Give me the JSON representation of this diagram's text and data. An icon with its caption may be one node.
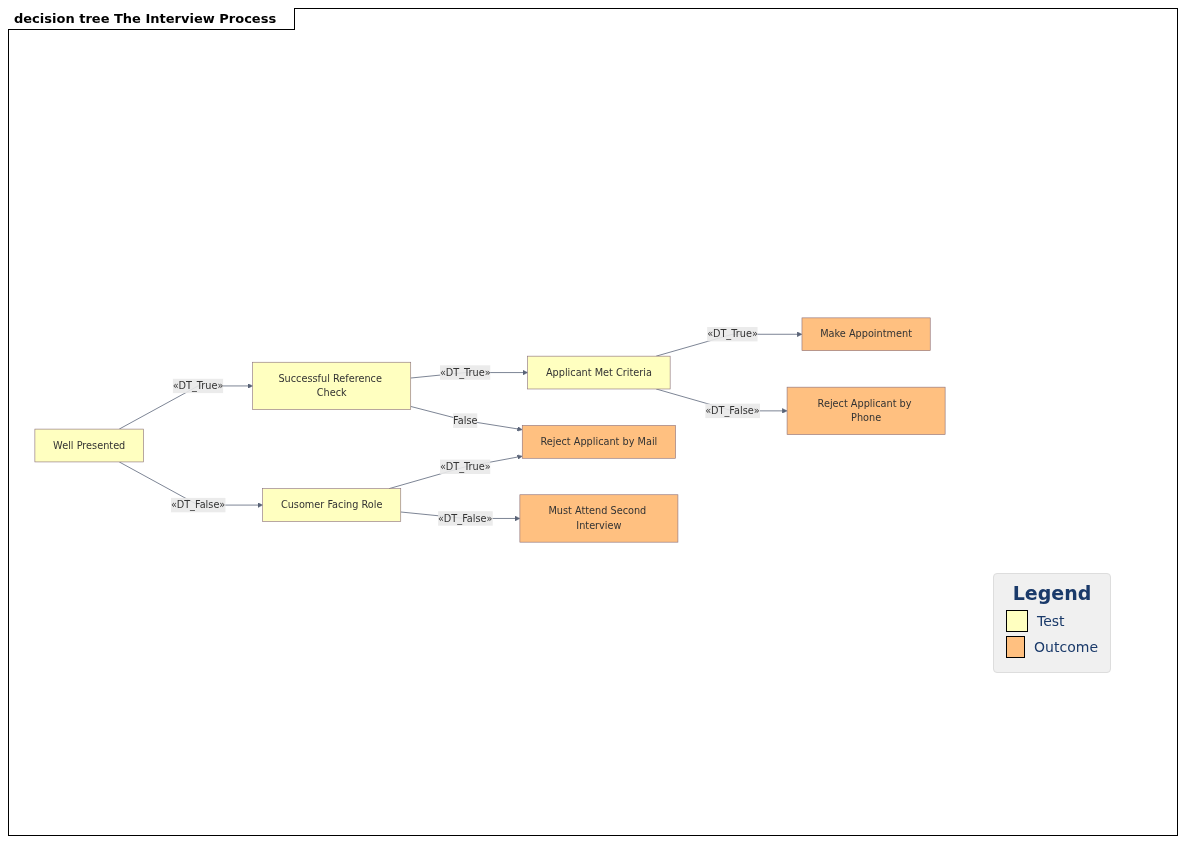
{
  "diagram": {
    "title": "decision tree The Interview Process",
    "nodes": [
      {
        "text": [
          "Well Presented"
        ]
      },
      {
        "text": [
          "Successful Reference Check"
        ]
      },
      {
        "text": [
          "Cusomer Facing Role"
        ]
      },
      {
        "text": [
          "Applicant Met Criteria"
        ]
      },
      {
        "text": [
          "Reject Applicant by Mail"
        ]
      },
      {
        "text": [
          "Must Attend Second Interview"
        ]
      },
      {
        "text": [
          "Make Appointment"
        ]
      },
      {
        "text": [
          "Reject Applicant by Phone"
        ]
      }
    ],
    "edges": [
      {
        "from": 0,
        "to": 1,
        "arrow": "to",
        "label": "«DT_True»"
      },
      {
        "from": 0,
        "to": 2,
        "arrow": "to",
        "label": "«DT_False»"
      },
      {
        "from": 1,
        "to": 3,
        "arrow": "to",
        "label": "«DT_True»"
      },
      {
        "from": 1,
        "to": 4,
        "arrow": "to",
        "label": "False"
      },
      {
        "from": 2,
        "to": 4,
        "arrow": "to",
        "label": "«DT_True»"
      },
      {
        "from": 2,
        "to": 5,
        "arrow": "to",
        "label": "«DT_False»"
      },
      {
        "from": 3,
        "to": 6,
        "arrow": "to",
        "label": "«DT_True»"
      },
      {
        "from": 3,
        "to": 7,
        "arrow": "to",
        "label": "«DT_False»"
      }
    ],
    "labels": [
      "Legend"
    ],
    "legend": [
      {
        "text": "Test",
        "color": "#ffffc0"
      },
      {
        "text": "Outcome",
        "color": "#ffc080"
      }
    ]
  }
}
